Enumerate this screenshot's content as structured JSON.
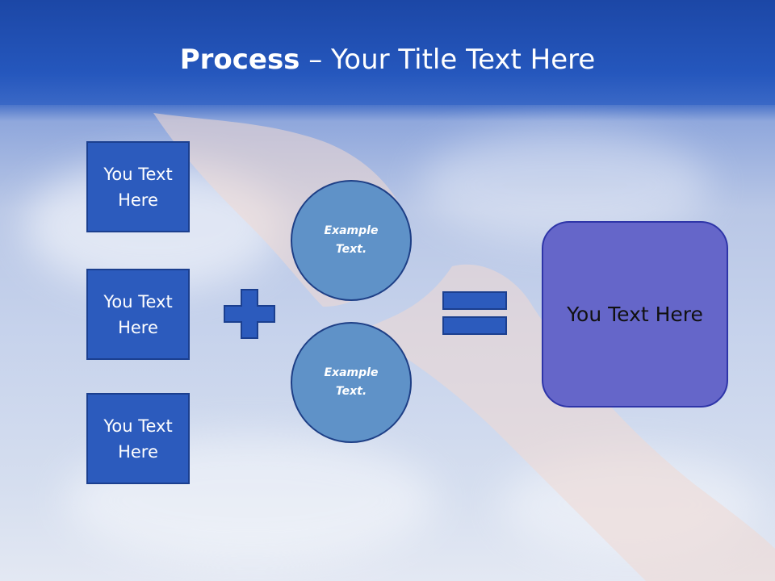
{
  "title": {
    "bold": "Process",
    "rest": " – Your Title Text Here"
  },
  "inputs": [
    {
      "label": "You Text Here"
    },
    {
      "label": "You Text Here"
    },
    {
      "label": "You Text Here"
    }
  ],
  "operands": [
    {
      "label": "Example Text."
    },
    {
      "label": "Example Text."
    }
  ],
  "operators": {
    "plus": "plus-icon",
    "equals": "equals-icon"
  },
  "result": {
    "label": "You Text Here"
  },
  "colors": {
    "title_band": "#2557bd",
    "box_fill": "#2c5bbd",
    "circle_fill": "#5f92c8",
    "result_fill": "#6566c9"
  }
}
